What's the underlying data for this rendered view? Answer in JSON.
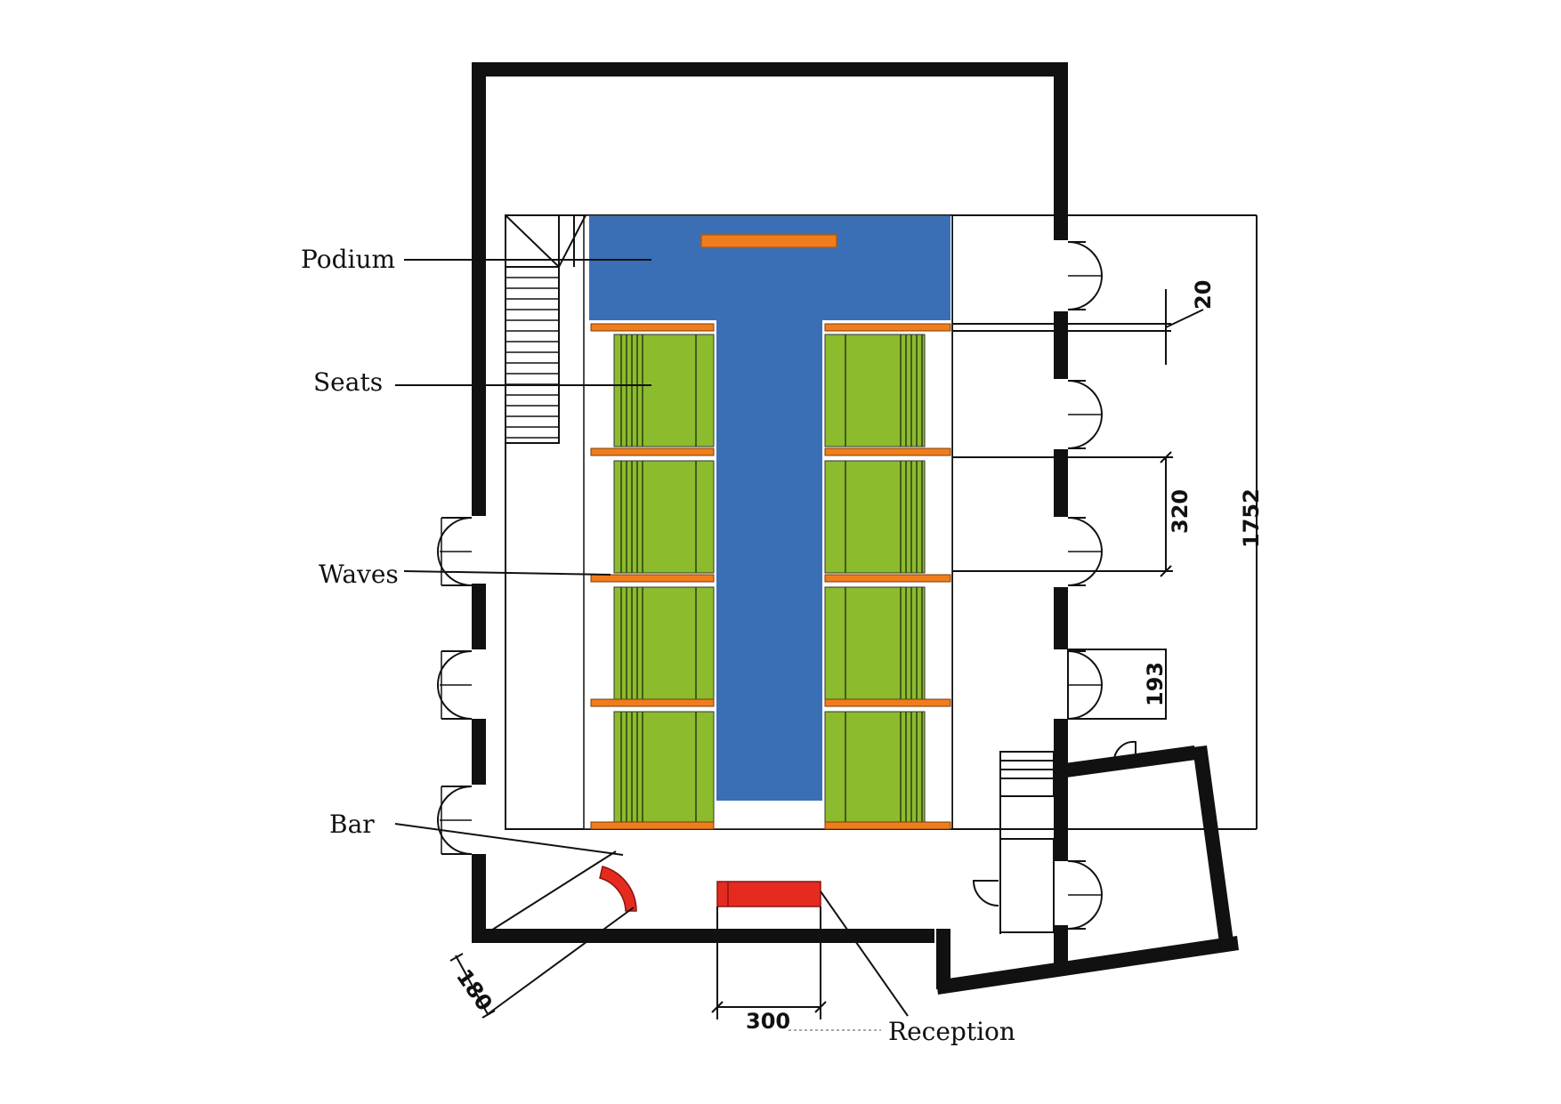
{
  "labels": {
    "podium": "Podium",
    "seats": "Seats",
    "waves": "Waves",
    "bar": "Bar",
    "reception": "Reception"
  },
  "dimensions": {
    "gap": "20",
    "module": "320",
    "total_length": "1752",
    "side_room": "193",
    "bar_width": "180",
    "reception_width": "300"
  },
  "colors": {
    "podium": "#3a6fb5",
    "seats": "#8cbb2e",
    "waves": "#f07d1c",
    "bar": "#e52b20",
    "reception": "#e52b20",
    "walls": "#111111"
  }
}
